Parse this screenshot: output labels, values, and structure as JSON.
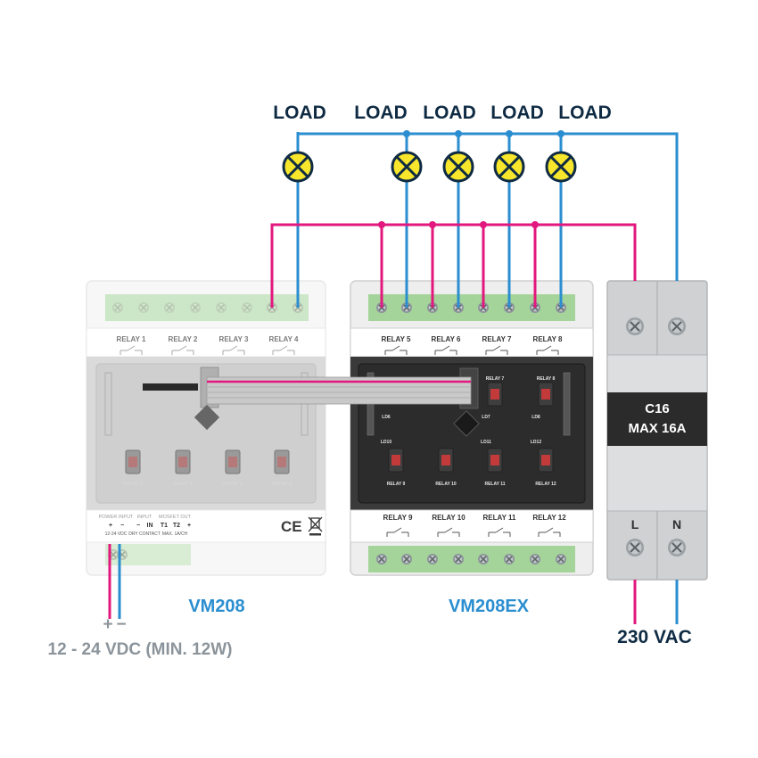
{
  "load_labels": [
    "LOAD",
    "LOAD",
    "LOAD",
    "LOAD",
    "LOAD"
  ],
  "models": {
    "vm208": "VM208",
    "vm208ex": "VM208EX"
  },
  "power": {
    "polarity_plus": "+",
    "polarity_minus": "−",
    "supply_label": "12 - 24 VDC (MIN. 12W)"
  },
  "mains": {
    "label": "230 VAC",
    "live": "L",
    "neutral": "N"
  },
  "breaker": {
    "line1": "C16",
    "line2": "MAX 16A"
  },
  "vm208_relays": [
    "RELAY 1",
    "RELAY 2",
    "RELAY 3",
    "RELAY 4"
  ],
  "vm208_board_relays": [
    "RELAY 1",
    "RELAY 2",
    "RELAY 3",
    "RELAY 4"
  ],
  "vm208ex_relays_top": [
    "RELAY 5",
    "RELAY 6",
    "RELAY 7",
    "RELAY 8"
  ],
  "vm208ex_relays_bottom": [
    "RELAY 9",
    "RELAY 10",
    "RELAY 11",
    "RELAY 12"
  ],
  "vm208ex_board_relays": [
    "RELAY 9",
    "RELAY 10",
    "RELAY 11",
    "RELAY 12"
  ],
  "vm208ex_board_top": [
    "RELAY 7",
    "RELAY 8"
  ],
  "vm208ex_leds": [
    "LD6",
    "LD10",
    "LD7",
    "LD11",
    "LD8",
    "LD12"
  ],
  "vm208_terminals": {
    "power_input": "POWER INPUT",
    "power_plus": "+",
    "power_minus": "−",
    "power_range": "12-24 VDC",
    "input": "INPUT",
    "input_minus": "−",
    "input_in": "IN",
    "input_note": "DRY CONTACT",
    "mosfet": "MOSFET OUT",
    "mosfet_t1": "T1",
    "mosfet_t2": "T2",
    "mosfet_plus": "+",
    "mosfet_note": "MAX. 1A/CH"
  },
  "ce_mark": "CE",
  "colors": {
    "wire_pink": "#e2187e",
    "wire_blue": "#2b8ed0",
    "lamp": "#f7e62b",
    "terminal_green": "#a4d49a",
    "housing": "#f0f0f0",
    "dark_board": "#2c2c2c"
  }
}
